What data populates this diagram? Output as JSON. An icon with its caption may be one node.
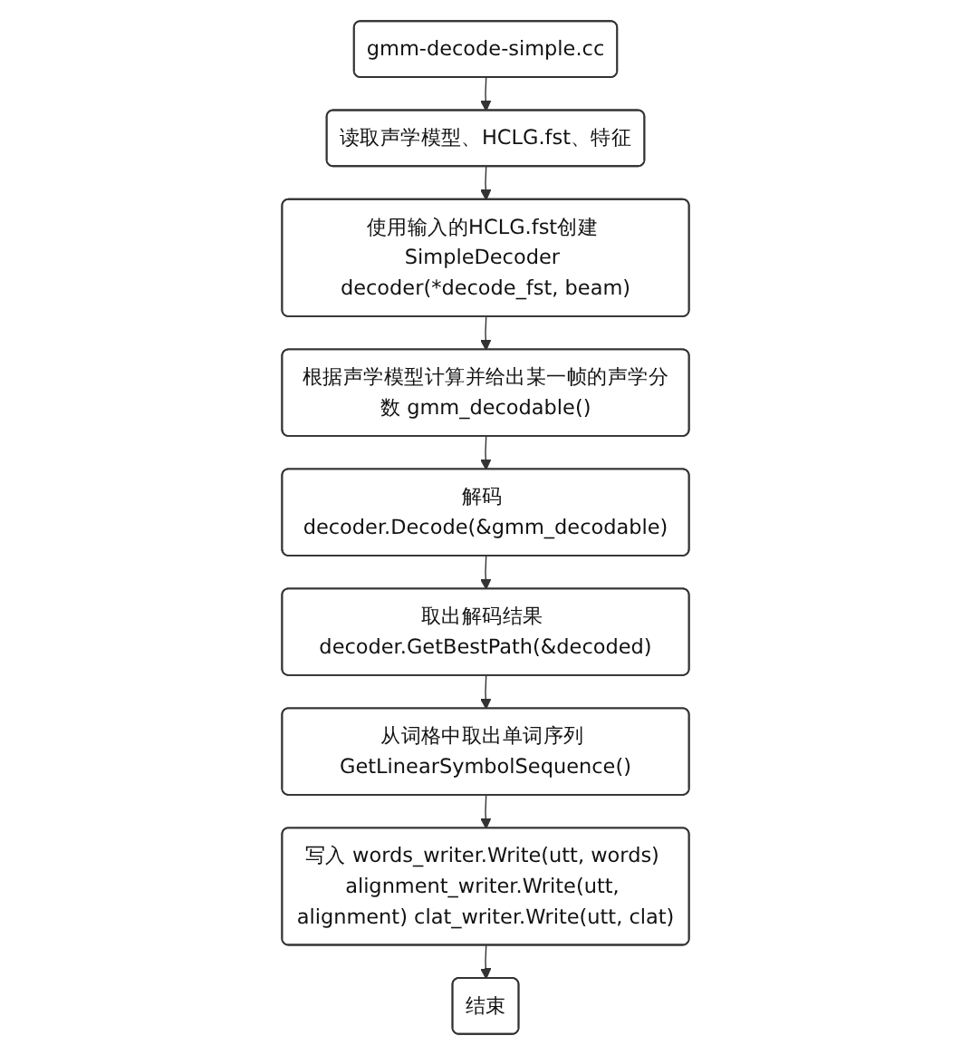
{
  "diagram": {
    "nodes": [
      {
        "text": [
          "gmm-decode-simple.cc"
        ]
      },
      {
        "text": [
          "读取声学模型、HCLG.fst、特征"
        ]
      },
      {
        "text": [
          "使用输入的HCLG.fst创建 SimpleDecoder decoder(*decode_fst, beam)"
        ]
      },
      {
        "text": [
          "根据声学模型计算并给出某一帧的声学分数 gmm_decodable()"
        ]
      },
      {
        "text": [
          "解码 decoder.Decode(&gmm_decodable)"
        ]
      },
      {
        "text": [
          "取出解码结果 decoder.GetBestPath(&decoded)"
        ]
      },
      {
        "text": [
          "从词格中取出单词序列 GetLinearSymbolSequence()"
        ]
      },
      {
        "text": [
          "写入 words_writer.Write(utt, words) alignment_writer.Write(utt, alignment) clat_writer.Write(utt, clat)"
        ]
      },
      {
        "text": [
          "结束"
        ]
      }
    ],
    "edges": [
      {
        "from": 0,
        "to": 1,
        "arrow": "to"
      },
      {
        "from": 1,
        "to": 2,
        "arrow": "to"
      },
      {
        "from": 2,
        "to": 3,
        "arrow": "to"
      },
      {
        "from": 3,
        "to": 4,
        "arrow": "to"
      },
      {
        "from": 4,
        "to": 5,
        "arrow": "to"
      },
      {
        "from": 5,
        "to": 6,
        "arrow": "to"
      },
      {
        "from": 6,
        "to": 7,
        "arrow": "to"
      },
      {
        "from": 7,
        "to": 8,
        "arrow": "to"
      }
    ]
  }
}
